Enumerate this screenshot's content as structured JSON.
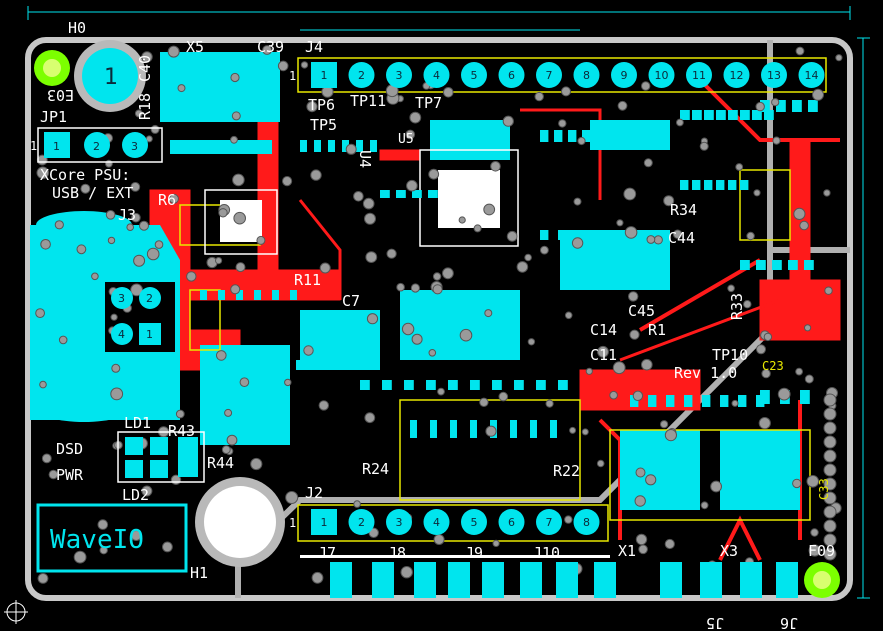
{
  "colors": {
    "background": "#000000",
    "copper": "#00e5ee",
    "trace_red": "#ff1a1a",
    "outline": "#c8c8c8",
    "silk": "#ffffff",
    "courtyard": "#e8e800",
    "via_fill": "#9a9a9a",
    "hole_green": "#7cff00",
    "dim_line": "#00e5ee"
  },
  "labels": {
    "h0": "H0",
    "h1": "H1",
    "x5": "X5",
    "c39": "C39",
    "j4": "J4",
    "r18": "R18",
    "c40": "C40",
    "e03": "E03",
    "jp1": "JP1",
    "tp11": "TP11",
    "tp7": "TP7",
    "tp6": "TP6",
    "tp5": "TP5",
    "u5": "U5",
    "u4": "U4",
    "xcore1": "XCore PSU:",
    "xcore2": "USB / EXT",
    "r6": "R6",
    "j3": "J3",
    "r11": "R11",
    "c7": "C7",
    "c44": "C44",
    "r34": "R34",
    "c45": "C45",
    "c14": "C14",
    "r1": "R1",
    "c11": "C11",
    "tp10": "TP10",
    "rev": "Rev 1.0",
    "ld1": "LD1",
    "r43": "R43",
    "dsd": "DSD",
    "pwr": "PWR",
    "r44": "R44",
    "ld2": "LD2",
    "r24": "R24",
    "r22": "R22",
    "j2": "J2",
    "waveio": "WaveIO",
    "j7": "J7",
    "j8": "J8",
    "j9": "J9",
    "j10": "J10",
    "x1": "X1",
    "x3": "X3",
    "f09": "F09",
    "j5": "J5",
    "j6": "J6",
    "r33": "R33",
    "c23": "C23",
    "c33": "C33"
  },
  "header_j4_pins": [
    "1",
    "2",
    "3",
    "4",
    "5",
    "6",
    "7",
    "8",
    "9",
    "10",
    "11",
    "12",
    "13",
    "14"
  ],
  "header_j2_pins": [
    "1",
    "2",
    "3",
    "4",
    "5",
    "6",
    "7",
    "8"
  ],
  "jp1_pins": [
    "1",
    "2",
    "3"
  ],
  "j3_pins": [
    "1",
    "2",
    "3",
    "4"
  ],
  "h0_pin": "1",
  "side_numbers": {
    "j4_left": "1",
    "jp1_left": "1",
    "j2_left": "1"
  }
}
